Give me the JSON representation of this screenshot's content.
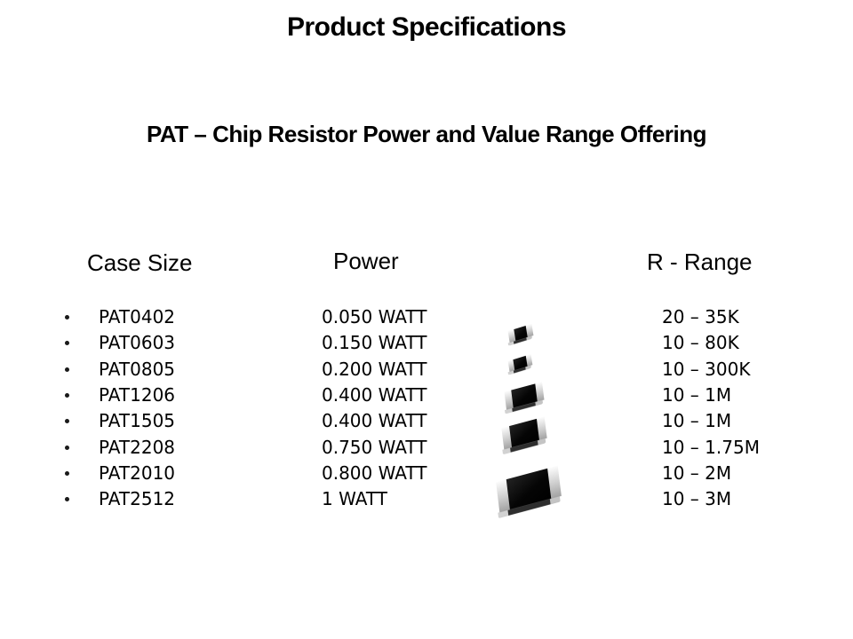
{
  "page": {
    "title": "Product Specifications",
    "subtitle": "PAT – Chip Resistor Power and Value Range Offering"
  },
  "table": {
    "headers": {
      "case_size": "Case Size",
      "power": "Power",
      "r_range": "R - Range"
    },
    "rows": [
      {
        "case": "PAT0402",
        "power": "0.050 WATT",
        "range": "20 – 35K"
      },
      {
        "case": "PAT0603",
        "power": "0.150 WATT",
        "range": "10 – 80K"
      },
      {
        "case": "PAT0805",
        "power": "0.200 WATT",
        "range": "10 – 300K"
      },
      {
        "case": "PAT1206",
        "power": "0.400 WATT",
        "range": "10 – 1M"
      },
      {
        "case": "PAT1505",
        "power": "0.400 WATT",
        "range": "10 – 1M"
      },
      {
        "case": "PAT2208",
        "power": "0.750 WATT",
        "range": "10 – 1.75M"
      },
      {
        "case": "PAT2010",
        "power": "0.800 WATT",
        "range": "10 – 2M"
      },
      {
        "case": "PAT2512",
        "power": "1 WATT",
        "range": "10 – 3M"
      }
    ]
  },
  "images": {
    "chips": [
      {
        "label": "chip resistor size 1 (smallest)"
      },
      {
        "label": "chip resistor size 2"
      },
      {
        "label": "chip resistor size 3"
      },
      {
        "label": "chip resistor size 4"
      },
      {
        "label": "chip resistor size 5 (largest)"
      }
    ]
  },
  "colors": {
    "background": "#ffffff",
    "text": "#000000",
    "chip_body": "#0a0a0a",
    "chip_cap": "#c8c8c8"
  }
}
